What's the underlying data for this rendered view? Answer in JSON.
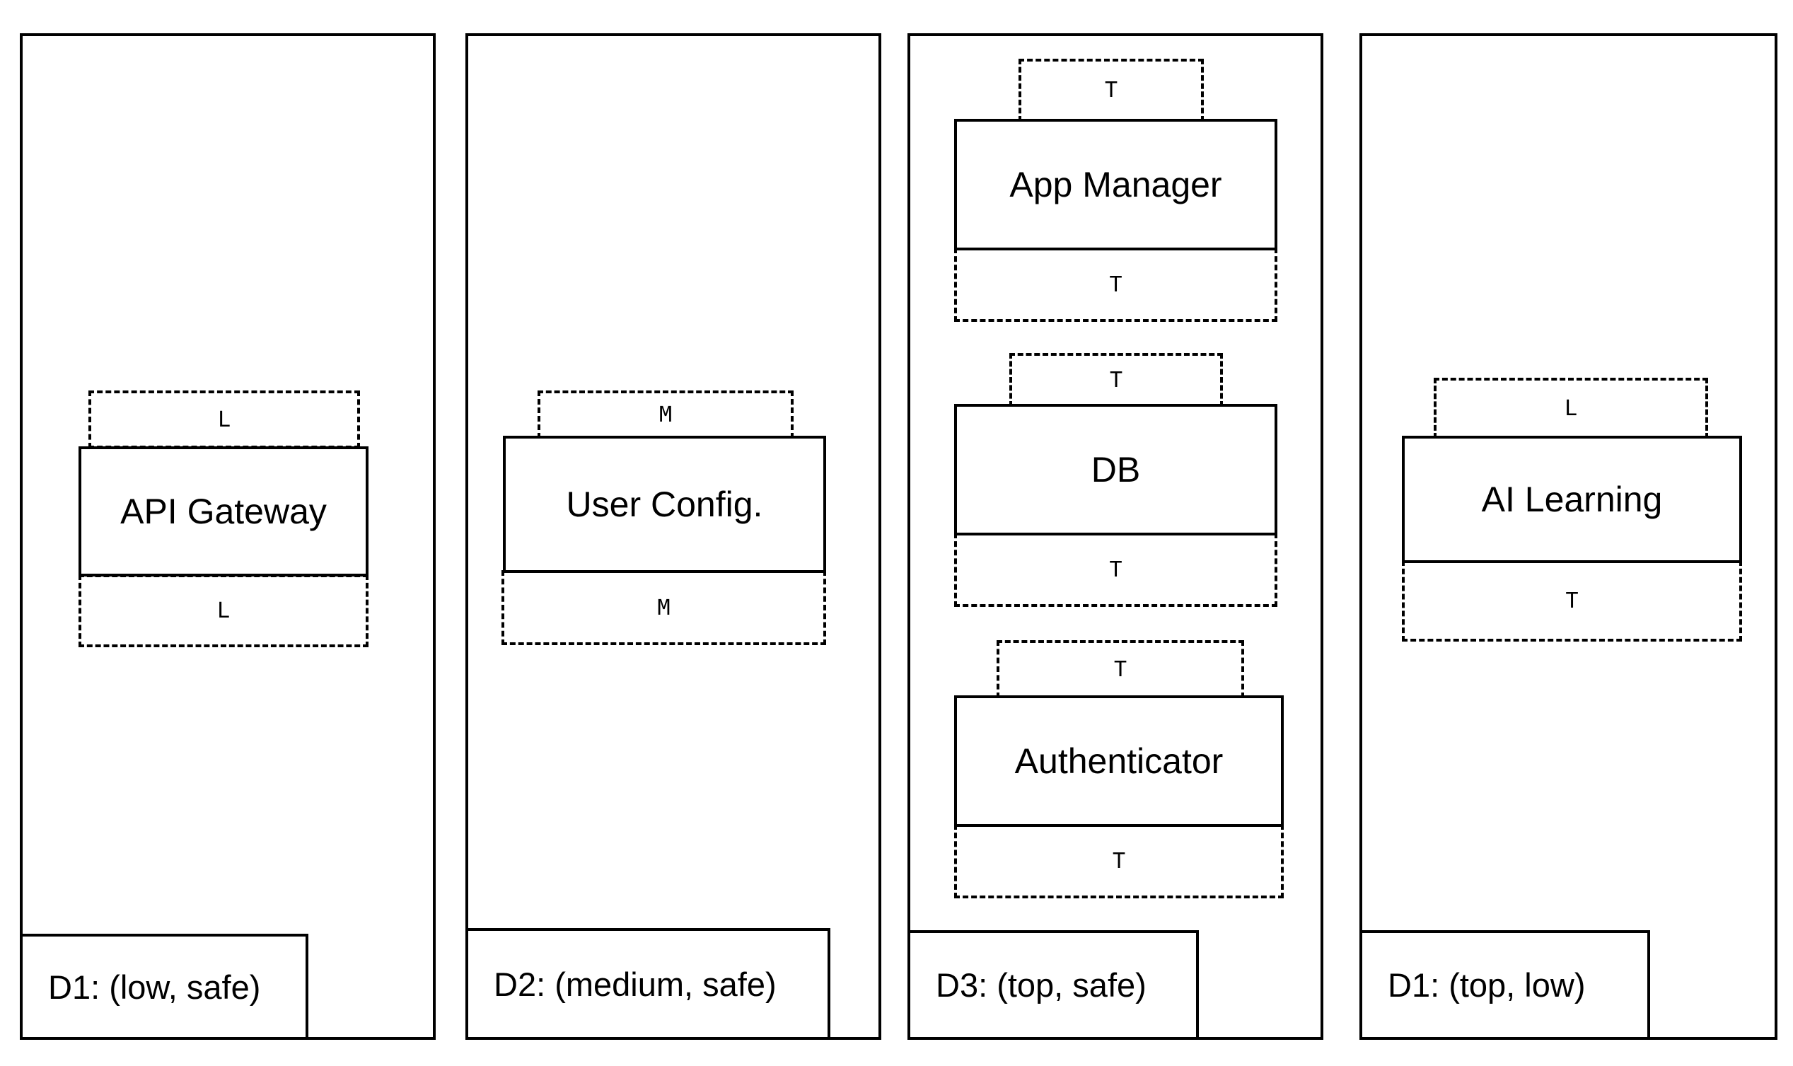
{
  "domains": [
    {
      "label": "D1: (low, safe)",
      "components": [
        {
          "name": "API Gateway",
          "top_tag": "L",
          "bottom_tag": "L"
        }
      ]
    },
    {
      "label": "D2: (medium, safe)",
      "components": [
        {
          "name": "User Config.",
          "top_tag": "M",
          "bottom_tag": "M"
        }
      ]
    },
    {
      "label": "D3: (top, safe)",
      "components": [
        {
          "name": "App Manager",
          "top_tag": "T",
          "bottom_tag": "T"
        },
        {
          "name": "DB",
          "top_tag": "T",
          "bottom_tag": "T"
        },
        {
          "name": "Authenticator",
          "top_tag": "T",
          "bottom_tag": "T"
        }
      ]
    },
    {
      "label": "D1: (top, low)",
      "components": [
        {
          "name": "AI Learning",
          "top_tag": "L",
          "bottom_tag": "T"
        }
      ]
    }
  ],
  "colors": {
    "stroke": "#000000",
    "background": "#ffffff"
  }
}
